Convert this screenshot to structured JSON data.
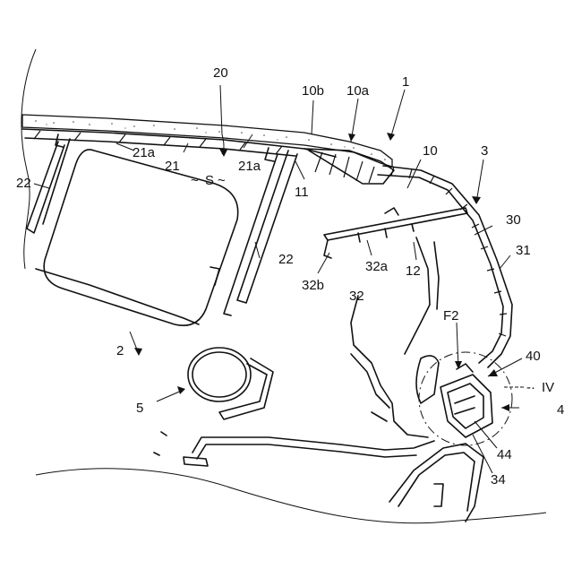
{
  "figure": {
    "labels": {
      "l_1": "1",
      "l_10b": "10b",
      "l_10a": "10a",
      "l_20": "20",
      "l_3": "3",
      "l_10": "10",
      "l_22_left": "22",
      "l_21a_left": "21a",
      "l_21": "21",
      "l_21a_right": "21a",
      "l_S": "S",
      "l_11": "11",
      "l_30": "30",
      "l_31": "31",
      "l_22_right": "22",
      "l_32a": "32a",
      "l_12": "12",
      "l_32b": "32b",
      "l_32": "32",
      "l_F2": "F2",
      "l_40": "40",
      "l_IV": "IV",
      "l_2": "2",
      "l_4": "4",
      "l_5": "5",
      "l_44": "44",
      "l_34": "34"
    }
  }
}
